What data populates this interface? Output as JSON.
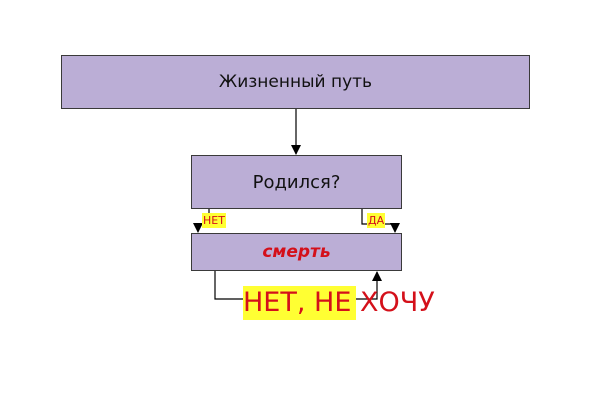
{
  "diagram": {
    "life_path": {
      "label": "Жизненный путь"
    },
    "born": {
      "label": "Родился?"
    },
    "death": {
      "label": "смерть"
    },
    "branch_no": {
      "label": "НЕТ"
    },
    "branch_yes": {
      "label": "ДА"
    },
    "refusal": {
      "label": "НЕТ, НЕ ХОЧУ"
    }
  },
  "colors": {
    "box_fill": "#bbaed6",
    "highlight": "#ffff33",
    "accent_text": "#d4101a",
    "line": "#000000"
  }
}
